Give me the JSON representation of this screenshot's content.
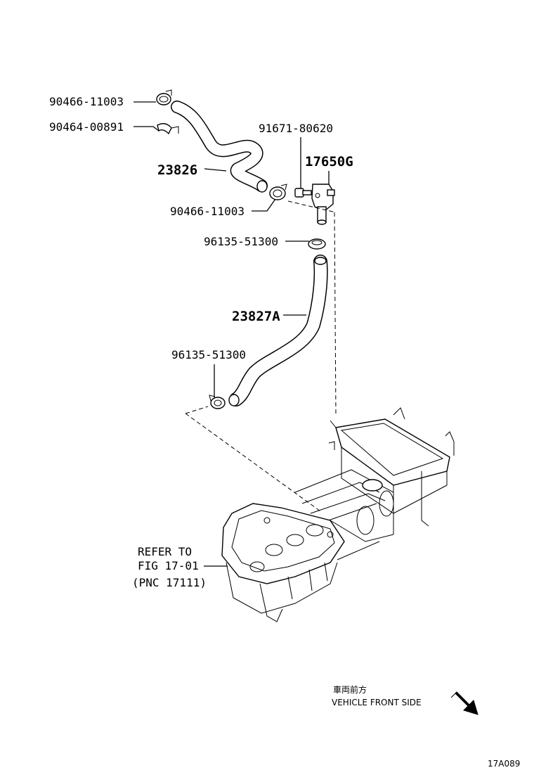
{
  "labels": {
    "clamp_top": "90466-11003",
    "clip_top": "90464-00891",
    "hose_upper": "23826",
    "clamp_mid": "90466-11003",
    "bolt": "91671-80620",
    "valve": "17650G",
    "clamp_hose_top": "96135-51300",
    "hose_lower": "23827A",
    "clamp_hose_bottom": "96135-51300"
  },
  "reference": {
    "line1": "REFER TO",
    "line2": "FIG 17-01",
    "line3": "(PNC 17111)"
  },
  "front_side": {
    "japanese": "車両前方",
    "english": "VEHICLE FRONT SIDE"
  },
  "figure_id": "17A089",
  "icons": {
    "direction_arrow": "arrow-down-right-icon"
  }
}
